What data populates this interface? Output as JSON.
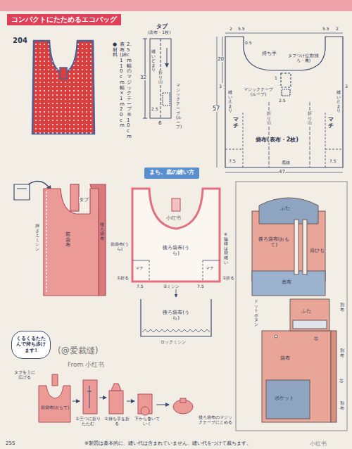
{
  "diagram": {
    "title": "コンパクトにたためるエコバッグ",
    "nodes": [
      {
        "text": [
          "くるくるたたんで持ち歩けます!"
        ]
      },
      {
        "text": [
          "まち、底の縫い方"
        ]
      }
    ],
    "labels": [
      "204",
      "●材料",
      "表布(綿)110cm幅×1m20cm",
      "2.5cm幅のマジックテープ®10cm",
      "タブ",
      "(表布・1枚)",
      "縫いどまり",
      "折り山",
      "32",
      "2.5",
      "6",
      "マジックテープ(ループ)",
      "2",
      "5.5",
      "5.5",
      "2",
      "0.5",
      "持ち手",
      "タブつけ位置(後ろ・裏)",
      "20",
      "3",
      "3",
      "縫い止まり",
      "縫い止まり",
      "1",
      "マジックテープ(ループ)",
      "2.5",
      "57",
      "折り山",
      "折り山",
      "マチ",
      "マチ",
      "袋布(表布・2枚)",
      "7.5",
      "7.5",
      "底線",
      "47",
      "タブ",
      "押さえミシン",
      "前袋布",
      "後ろ袋布",
      "後ろ袋布(うら)",
      "前袋布(うら)",
      "※脇線は袋縫い",
      "マチ",
      "マチ",
      "①折る",
      "①折る",
      "7.5",
      "7.5",
      "②ミシン",
      "後ろ袋布(うら)",
      "ロックミシン",
      "ふた",
      "後ろ袋布(おもて)",
      "肩ひも",
      "底布",
      "ドットボタン",
      "ふた",
      "別布",
      "芯",
      "袋布",
      "ポケット",
      "別布",
      "芯",
      "別布",
      "タブを上に広げる",
      "前袋布(おもて)",
      "①三つに折りたたむ",
      "②持ち手を折る",
      "下から巻いていく",
      "後ろ袋布のマジックテープにとめる",
      "255",
      "※製図は基本的に、縫い代は含まれていません。縫い代をつけて裁ちます。",
      "小红书",
      "(@爱裁缝)",
      "From 小红书",
      "小红书"
    ]
  }
}
